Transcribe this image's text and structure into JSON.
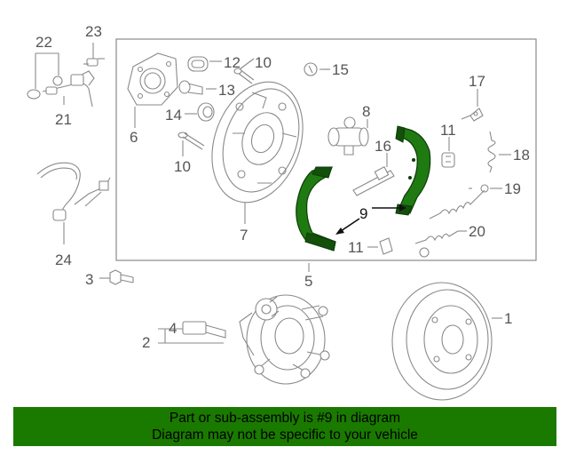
{
  "callouts": {
    "c1": "1",
    "c2": "2",
    "c3": "3",
    "c4": "4",
    "c5": "5",
    "c6": "6",
    "c7": "7",
    "c8": "8",
    "c9": "9",
    "c10a": "10",
    "c10b": "10",
    "c11a": "11",
    "c11b": "11",
    "c12": "12",
    "c13": "13",
    "c14": "14",
    "c15": "15",
    "c16": "16",
    "c17": "17",
    "c18": "18",
    "c19": "19",
    "c20": "20",
    "c21": "21",
    "c22": "22",
    "c23": "23",
    "c24": "24"
  },
  "banner": {
    "line1": "Part or sub-assembly is #9 in diagram",
    "line2": "Diagram may not be specific to your vehicle",
    "color": "#1a7a00"
  },
  "highlight_color": "#1f7a12"
}
